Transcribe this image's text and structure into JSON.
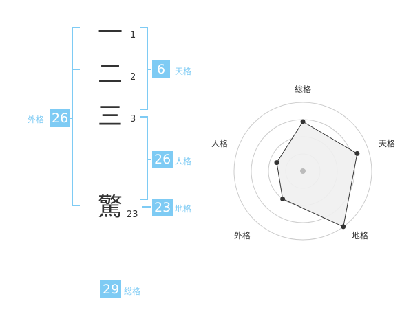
{
  "characters": [
    {
      "char": "一",
      "strokes": "1"
    },
    {
      "char": "二",
      "strokes": "2"
    },
    {
      "char": "三",
      "strokes": "3"
    },
    {
      "char": "驚",
      "strokes": "23"
    }
  ],
  "kaku": {
    "tenkaku": {
      "value": "6",
      "label": "天格"
    },
    "jinkaku": {
      "value": "26",
      "label": "人格"
    },
    "chikaku": {
      "value": "23",
      "label": "地格"
    },
    "gaikaku": {
      "value": "26",
      "label": "外格"
    },
    "soukaku": {
      "value": "29",
      "label": "総格"
    }
  },
  "chart_data": {
    "type": "radar",
    "axes": [
      "総格",
      "天格",
      "地格",
      "外格",
      "人格"
    ],
    "values": [
      0.72,
      0.83,
      1.0,
      0.5,
      0.4
    ],
    "range": [
      0,
      1
    ],
    "rings": 4,
    "colors": {
      "fill": "#f0f0f0",
      "line": "#333333",
      "ring": "#cccccc",
      "center": "#bbbbbb"
    }
  },
  "colors": {
    "accent": "#7ecbf4",
    "text": "#333333"
  }
}
